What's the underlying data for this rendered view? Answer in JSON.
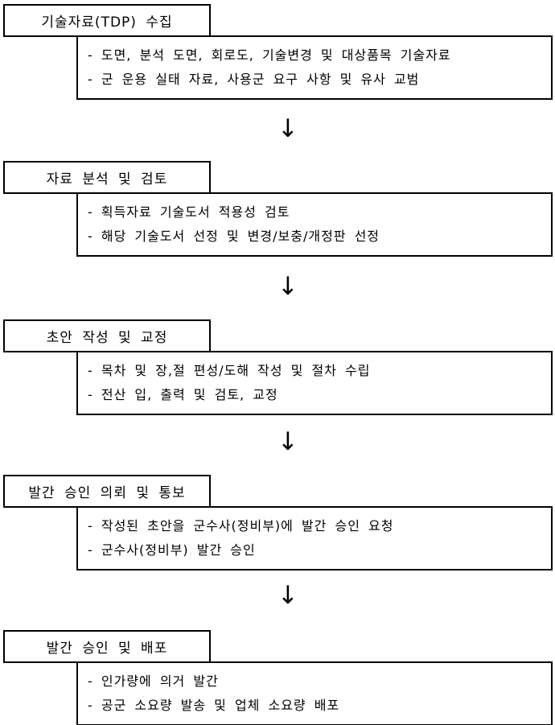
{
  "page": {
    "background_color": "#ffffff",
    "border_color": "#000000",
    "text_color": "#000000",
    "arrow_glyph": "↓"
  },
  "flowchart": {
    "steps": [
      {
        "title": "기술자료(TDP) 수집",
        "details": [
          "- 도면, 분석 도면, 회로도, 기술변경 및 대상품목 기술자료",
          "- 군 운용 실태 자료, 사용군 요구 사항 및 유사 교범"
        ]
      },
      {
        "title": "자료 분석 및 검토",
        "details": [
          "- 획득자료 기술도서 적용성 검토",
          "- 해당 기술도서 선정 및 변경/보충/개정판 선정"
        ]
      },
      {
        "title": "초안 작성 및 교정",
        "details": [
          "- 목차 및 장,절 편성/도해 작성 및 절차 수립",
          "- 전산 입, 출력 및 검토, 교정"
        ]
      },
      {
        "title": "발간 승인 의뢰 및 통보",
        "details": [
          "- 작성된 초안을 군수사(정비부)에 발간 승인 요청",
          "- 군수사(정비부) 발간 승인"
        ]
      },
      {
        "title": "발간 승인 및 배포",
        "details": [
          "- 인가량에 의거 발간",
          "- 공군 소요량 발송 및 업체 소요량 배포"
        ]
      }
    ]
  }
}
